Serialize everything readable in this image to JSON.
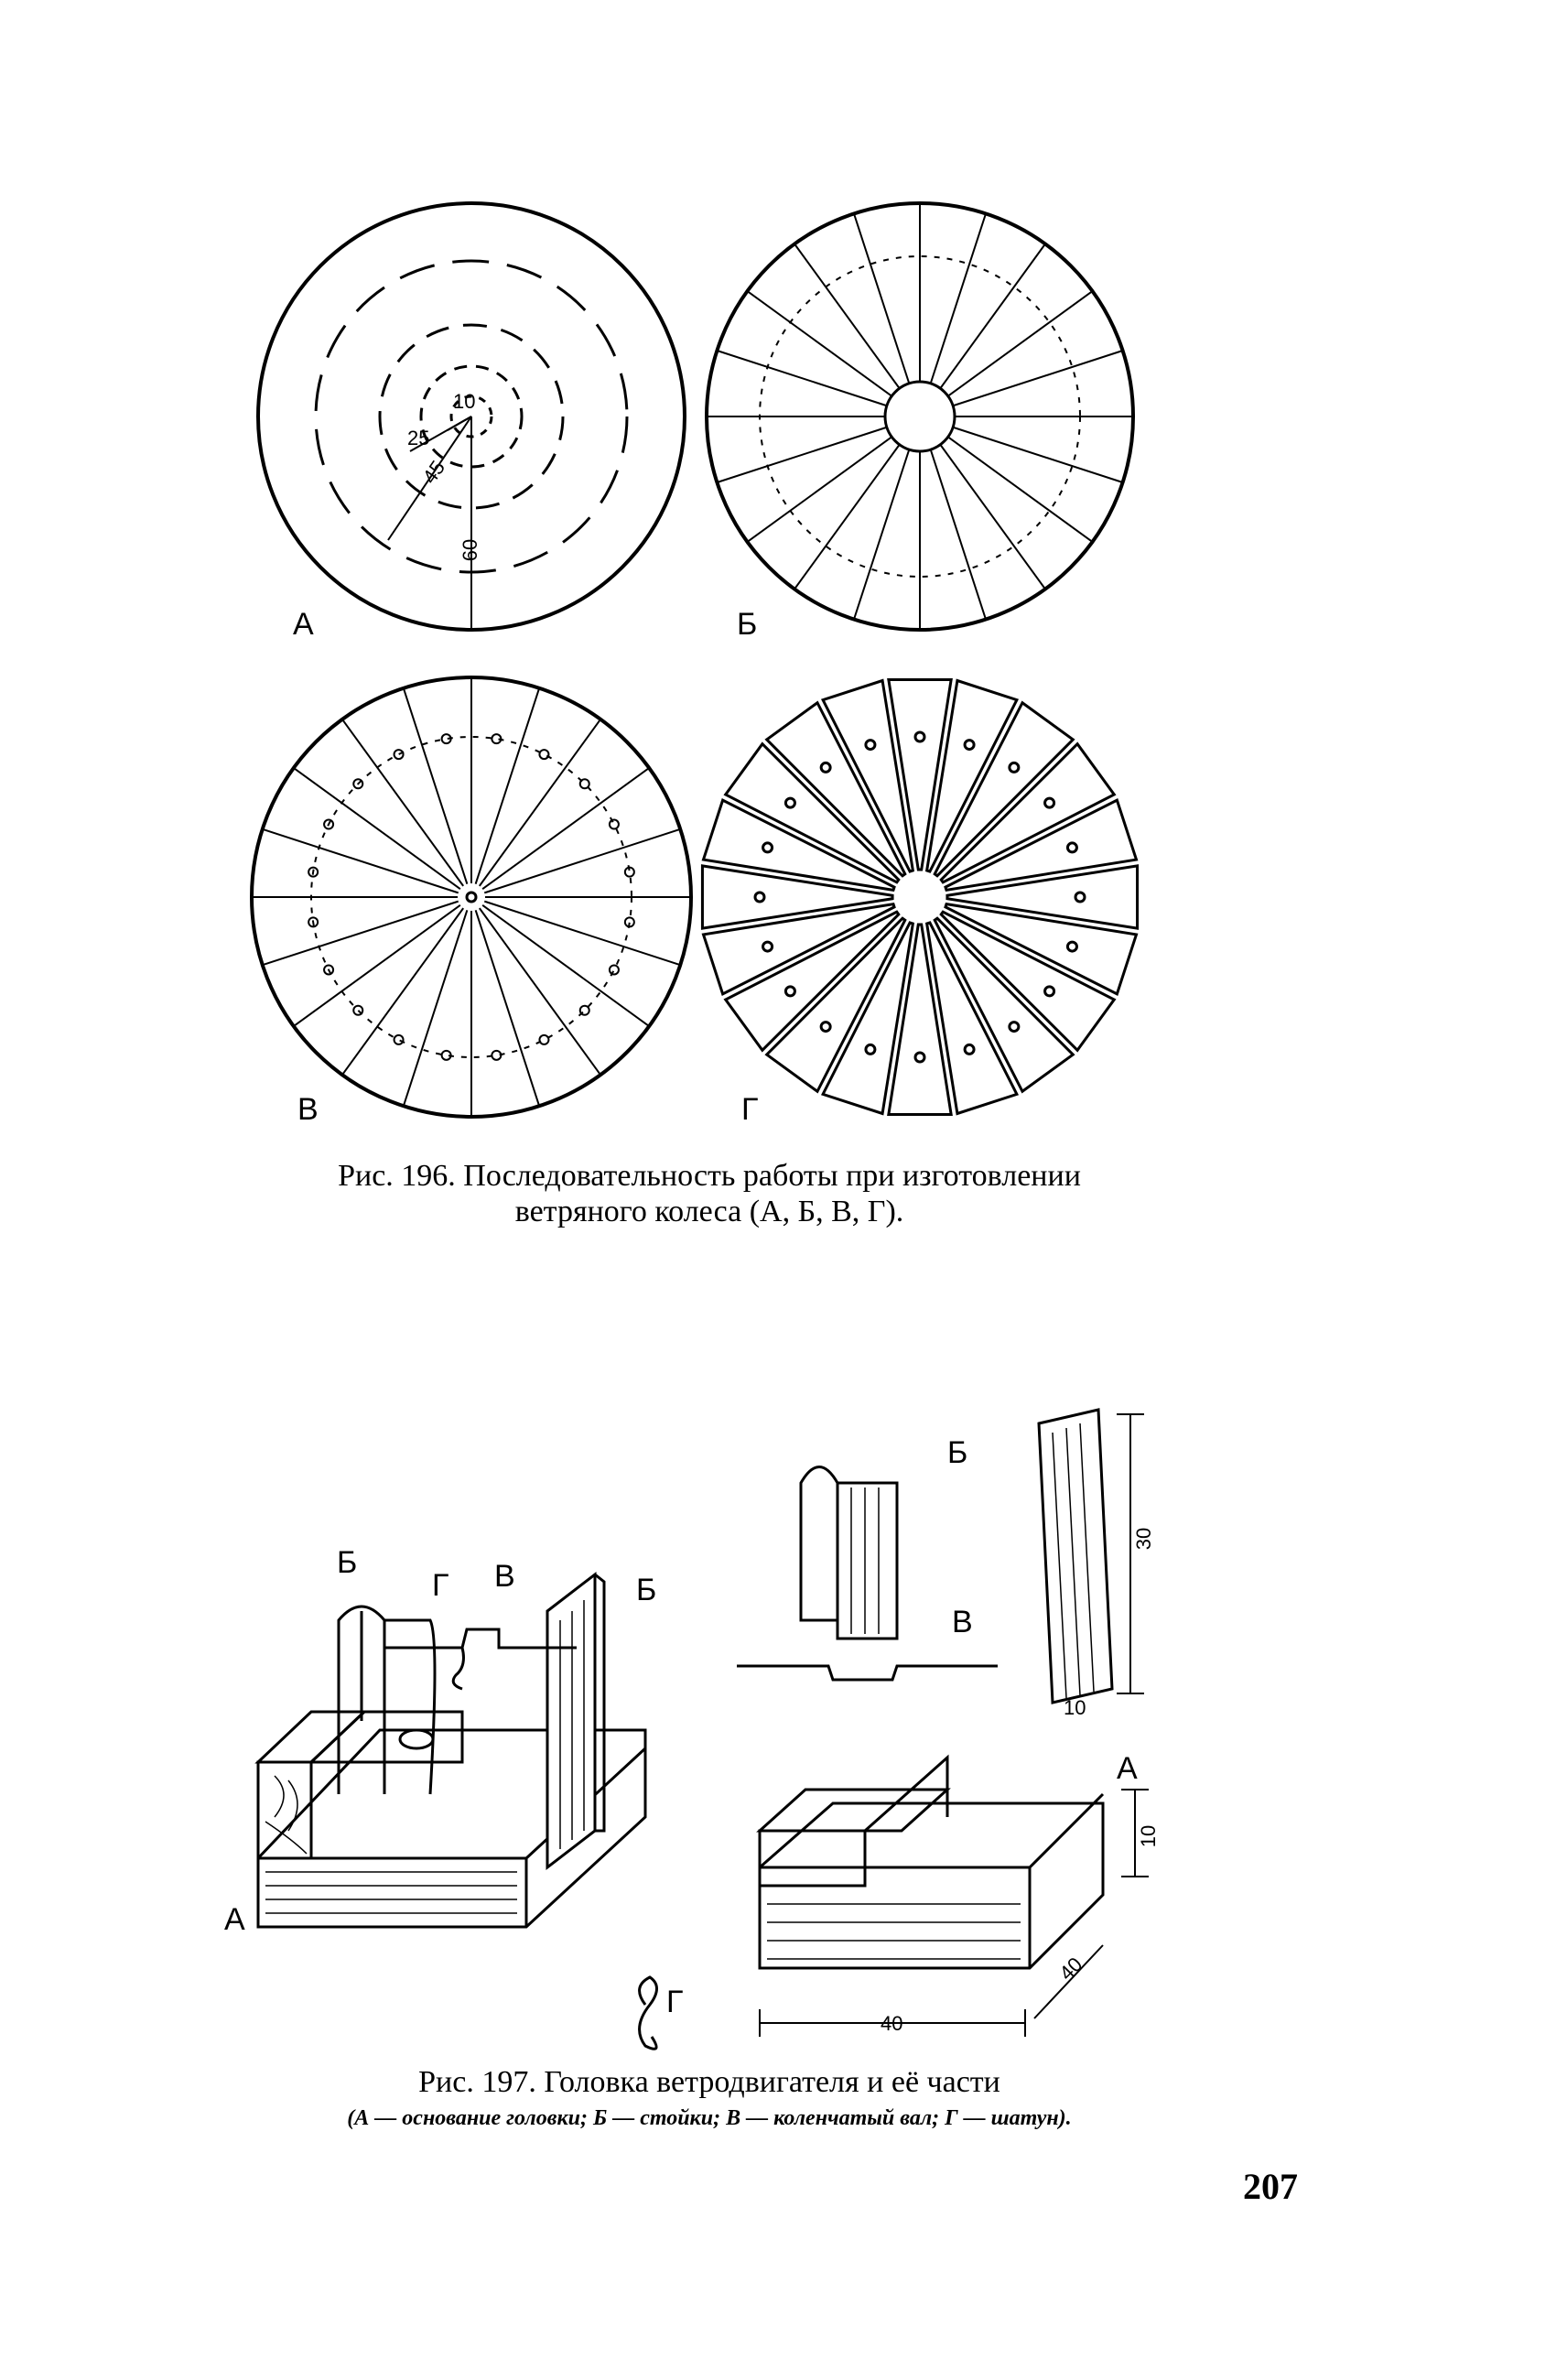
{
  "fig196": {
    "panel_labels": {
      "a": "А",
      "b": "Б",
      "v": "В",
      "g": "Г"
    },
    "dimensions": {
      "r10": "10",
      "r25": "25",
      "r45": "45",
      "r60": "60"
    },
    "caption_line1": "Рис. 196. Последовательность работы при изготовлении",
    "caption_line2": "ветряного колеса (А, Б, В, Г)."
  },
  "fig197": {
    "left_labels": {
      "b1": "Б",
      "g": "Г",
      "v": "В",
      "b2": "Б",
      "a": "А",
      "g2": "Г"
    },
    "right_labels": {
      "b": "Б",
      "v": "В",
      "a": "А"
    },
    "dimensions": {
      "d30": "30",
      "d10": "10",
      "d10b": "10",
      "d40a": "40",
      "d40b": "40"
    },
    "caption_line1": "Рис. 197. Головка ветродвигателя и её части",
    "caption_line2": "(А — основание головки; Б — стойки; В — коленчатый вал; Г — шатун)."
  },
  "page_number": "207"
}
